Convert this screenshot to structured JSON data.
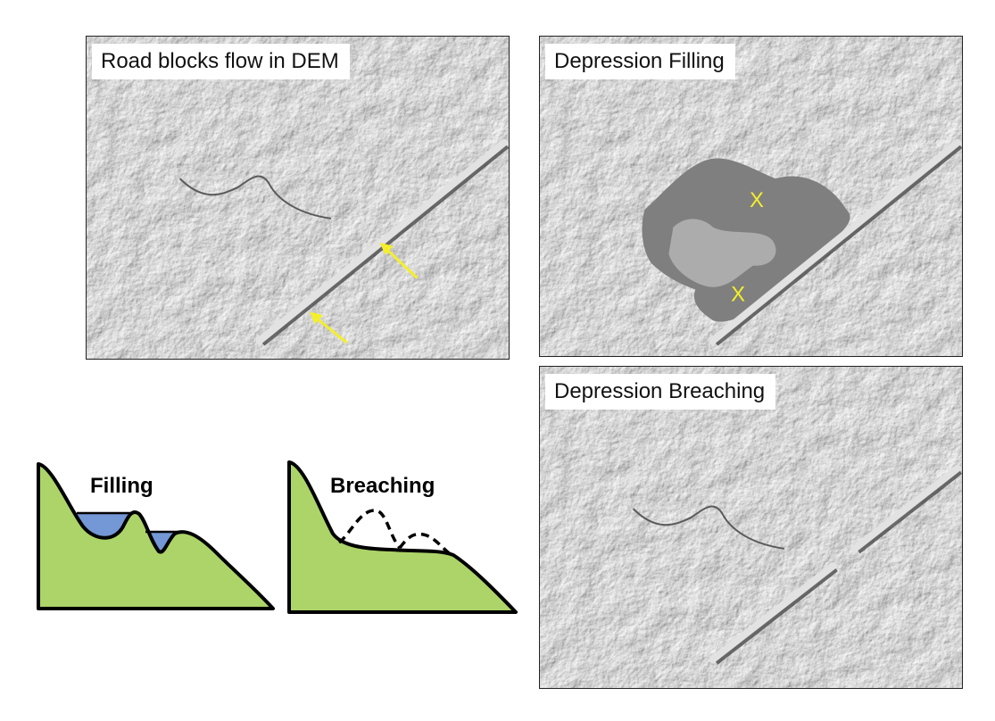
{
  "panels": {
    "road": {
      "label": "Road blocks flow in DEM"
    },
    "filling": {
      "label": "Depression Filling",
      "marker": "X"
    },
    "breaching": {
      "label": "Depression Breaching"
    }
  },
  "diagrams": {
    "filling": {
      "label": "Filling"
    },
    "breaching": {
      "label": "Breaching"
    }
  },
  "colors": {
    "terrain_fill": "#acd468",
    "water_fill": "#7497d5",
    "outline": "#000000",
    "arrow": "#f4ef2a",
    "x_marker": "#f4ef2a",
    "filled_depression": "#7f7f7f"
  },
  "icons": {
    "arrow": "yellow-arrow-icon",
    "marker": "x-marker-icon"
  }
}
